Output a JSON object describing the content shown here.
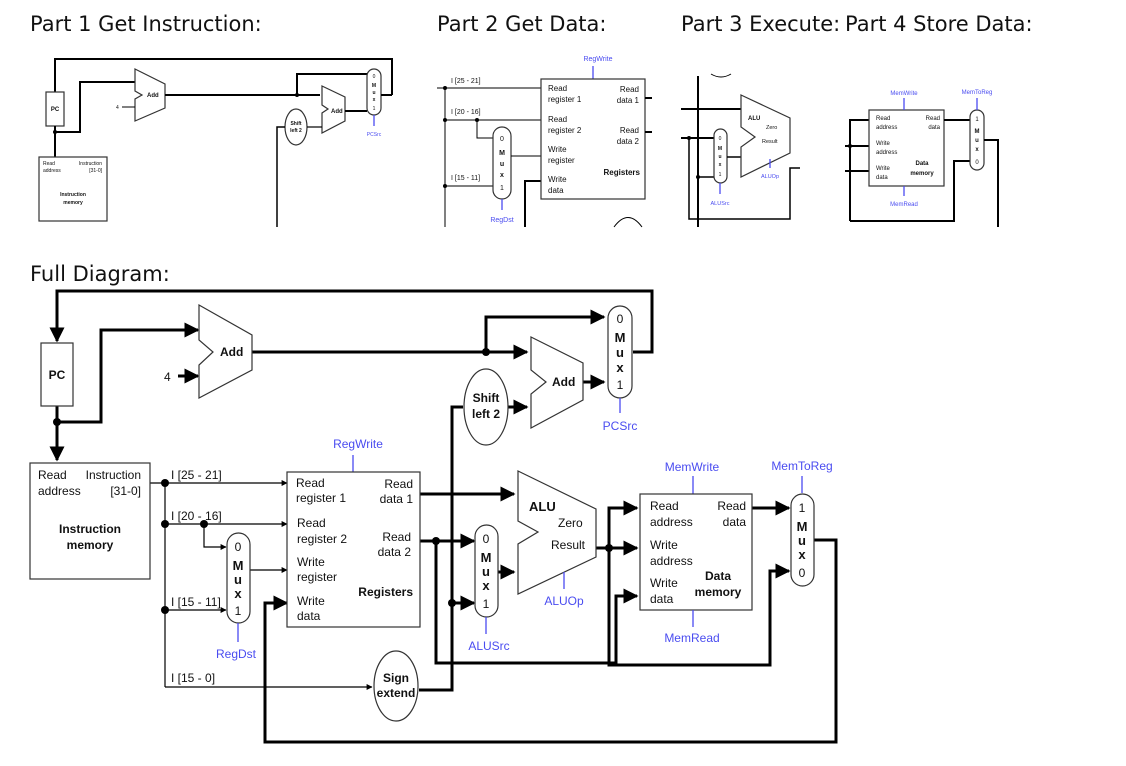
{
  "headings": {
    "part1": "Part 1 Get Instruction:",
    "part2": "Part 2 Get Data:",
    "part3": "Part 3 Execute:",
    "part4": "Part 4 Store Data:",
    "full": "Full Diagram:"
  },
  "colors": {
    "control_signal": "#4a4cf0",
    "wire": "#000000",
    "block_border": "#333333"
  },
  "components": {
    "pc": "PC",
    "add": "Add",
    "four": "4",
    "shift_left": [
      "Shift",
      "left 2"
    ],
    "sign_extend": [
      "Sign",
      "extend"
    ],
    "instruction_memory": {
      "read_address": [
        "Read",
        "address"
      ],
      "instruction": [
        "Instruction",
        "[31-0]"
      ],
      "title": [
        "Instruction",
        "memory"
      ]
    },
    "registers": {
      "read_register_1": [
        "Read",
        "register 1"
      ],
      "read_register_2": [
        "Read",
        "register 2"
      ],
      "write_register": [
        "Write",
        "register"
      ],
      "write_data": [
        "Write",
        "data"
      ],
      "read_data_1": [
        "Read",
        "data 1"
      ],
      "read_data_2": [
        "Read",
        "data 2"
      ],
      "title": "Registers"
    },
    "alu": {
      "title": "ALU",
      "zero": "Zero",
      "result": "Result"
    },
    "data_memory": {
      "read_address": [
        "Read",
        "address"
      ],
      "write_address": [
        "Write",
        "address"
      ],
      "write_data": [
        "Write",
        "data"
      ],
      "read_data": [
        "Read",
        "data"
      ],
      "title": [
        "Data",
        "memory"
      ]
    },
    "mux": {
      "letters": [
        "M",
        "u",
        "x"
      ],
      "zero": "0",
      "one": "1"
    }
  },
  "instruction_fields": {
    "rs": "I [25 - 21]",
    "rt": "I [20 - 16]",
    "rd": "I [15 - 11]",
    "imm": "I [15 - 0]"
  },
  "control_signals": {
    "pcsrc": "PCSrc",
    "regwrite": "RegWrite",
    "regdst": "RegDst",
    "alusrc": "ALUSrc",
    "aluop": "ALUOp",
    "memwrite": "MemWrite",
    "memread": "MemRead",
    "memtoreg": "MemToReg"
  }
}
